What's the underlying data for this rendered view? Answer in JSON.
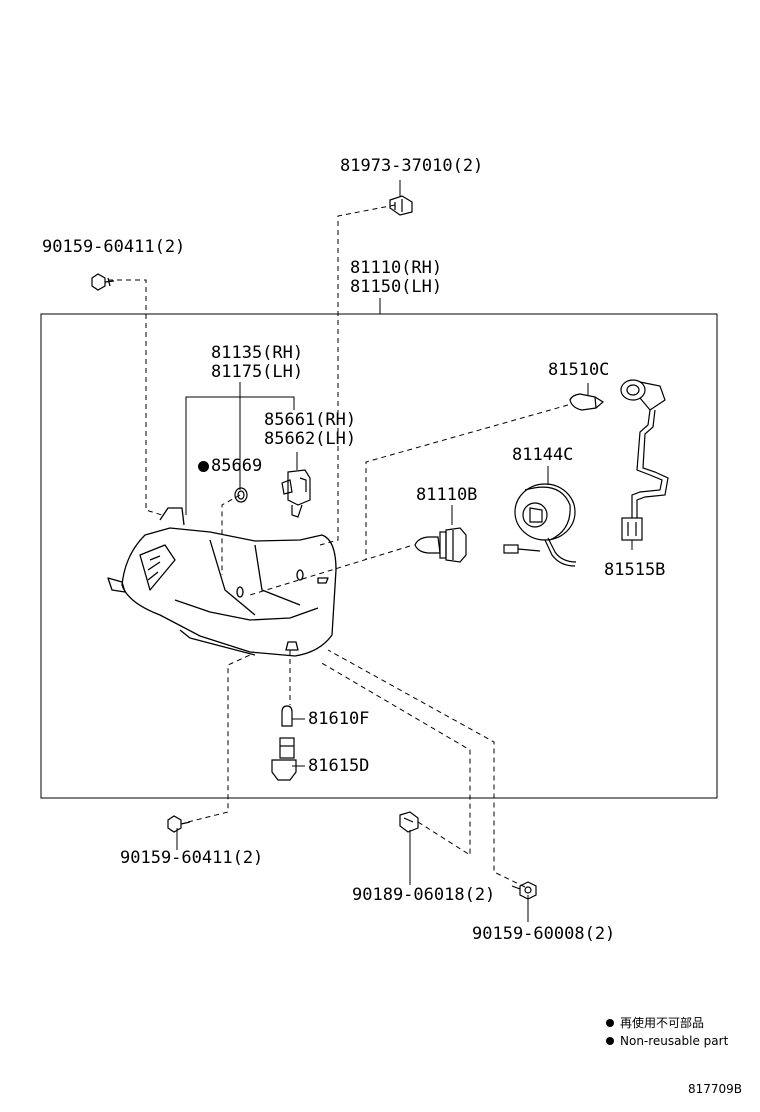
{
  "parts": {
    "p81973": "81973-37010(2)",
    "p90159a": "90159-60411(2)",
    "p81110rh": "81110(RH)",
    "p81150lh": "81150(LH)",
    "p81135rh": "81135(RH)",
    "p81175lh": "81175(LH)",
    "p85661rh": "85661(RH)",
    "p85662lh": "85662(LH)",
    "p85669": "85669",
    "p81510c": "81510C",
    "p81144c": "81144C",
    "p81110b": "81110B",
    "p81515b": "81515B",
    "p81610f": "81610F",
    "p81615d": "81615D",
    "p90159b": "90159-60411(2)",
    "p90189": "90189-06018(2)",
    "p90159c": "90159-60008(2)"
  },
  "legend": {
    "japanese": "再使用不可部品",
    "english": "Non-reusable part"
  },
  "catalog_number": "817709B",
  "colors": {
    "ink": "#000000",
    "background": "#ffffff"
  }
}
